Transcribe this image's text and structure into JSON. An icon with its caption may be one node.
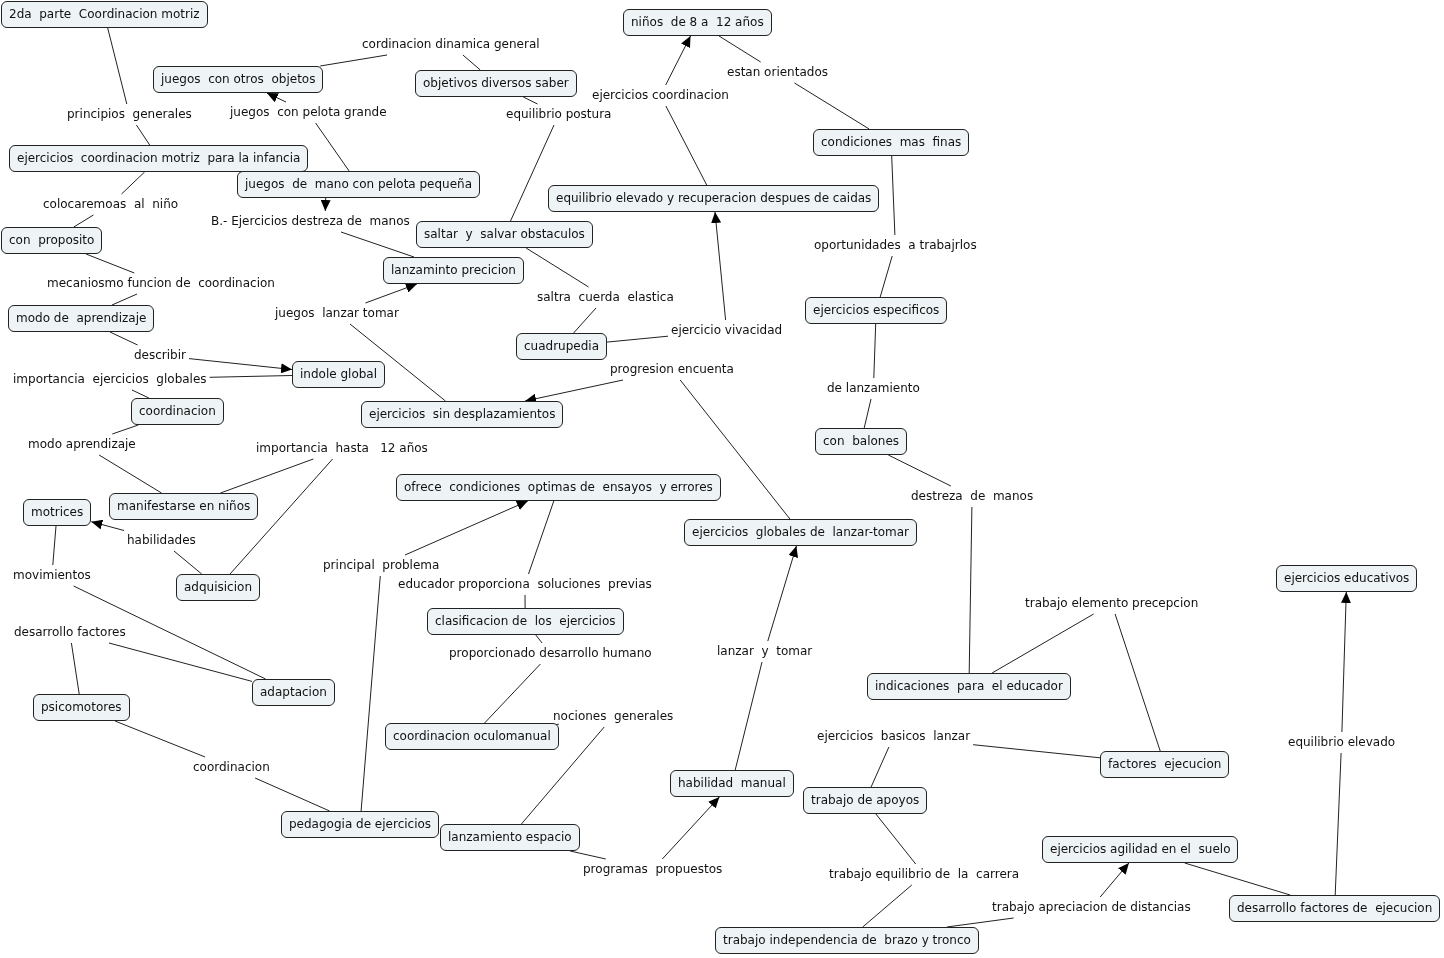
{
  "diagram": {
    "nodes": [
      {
        "text": [
          "2da  parte  Coordinacion motriz"
        ]
      },
      {
        "text": [
          "niños  de 8 a  12 años"
        ]
      },
      {
        "text": [
          "cordinacion dinamica general"
        ]
      },
      {
        "text": [
          "juegos  con otros  objetos"
        ]
      },
      {
        "text": [
          "estan orientados"
        ]
      },
      {
        "text": [
          "objetivos diversos saber"
        ]
      },
      {
        "text": [
          "ejercicios coordinacion"
        ]
      },
      {
        "text": [
          "juegos  con pelota grande"
        ]
      },
      {
        "text": [
          "principios  generales"
        ]
      },
      {
        "text": [
          "equilibrio postura"
        ]
      },
      {
        "text": [
          "condiciones  mas  finas"
        ]
      },
      {
        "text": [
          "ejercicios  coordinacion motriz  para la infancia"
        ]
      },
      {
        "text": [
          "juegos  de  mano con pelota pequeña"
        ]
      },
      {
        "text": [
          "equilibrio elevado y recuperacion despues de caidas"
        ]
      },
      {
        "text": [
          "colocaremoas  al  niño"
        ]
      },
      {
        "text": [
          "B.- Ejercicios destreza de  manos"
        ]
      },
      {
        "text": [
          "saltar  y  salvar obstaculos"
        ]
      },
      {
        "text": [
          "con  proposito"
        ]
      },
      {
        "text": [
          "oportunidades  a trabajrlos"
        ]
      },
      {
        "text": [
          "lanzaminto precicion"
        ]
      },
      {
        "text": [
          "mecaniosmo funcion de  coordinacion"
        ]
      },
      {
        "text": [
          "saltra  cuerda  elastica"
        ]
      },
      {
        "text": [
          "ejercicios especificos"
        ]
      },
      {
        "text": [
          "modo de  aprendizaje"
        ]
      },
      {
        "text": [
          "juegos  lanzar tomar"
        ]
      },
      {
        "text": [
          "ejercicio vivacidad"
        ]
      },
      {
        "text": [
          "cuadrupedia"
        ]
      },
      {
        "text": [
          "describir"
        ]
      },
      {
        "text": [
          "indole global"
        ]
      },
      {
        "text": [
          "progresion encuenta"
        ]
      },
      {
        "text": [
          "importancia  ejercicios  globales"
        ]
      },
      {
        "text": [
          "de lanzamiento"
        ]
      },
      {
        "text": [
          "coordinacion"
        ]
      },
      {
        "text": [
          "ejercicios  sin desplazamientos"
        ]
      },
      {
        "text": [
          "con  balones"
        ]
      },
      {
        "text": [
          "modo aprendizaje"
        ]
      },
      {
        "text": [
          "importancia  hasta   12 años"
        ]
      },
      {
        "text": [
          "ofrece  condiciones  optimas de  ensayos  y errores"
        ]
      },
      {
        "text": [
          "destreza  de  manos"
        ]
      },
      {
        "text": [
          "manifestarse en niños"
        ]
      },
      {
        "text": [
          "motrices"
        ]
      },
      {
        "text": [
          "ejercicios  globales de  lanzar-tomar"
        ]
      },
      {
        "text": [
          "habilidades"
        ]
      },
      {
        "text": [
          "principal  problema"
        ]
      },
      {
        "text": [
          "ejercicios educativos"
        ]
      },
      {
        "text": [
          "movimientos"
        ]
      },
      {
        "text": [
          "adquisicion"
        ]
      },
      {
        "text": [
          "educador proporciona  soluciones  previas"
        ]
      },
      {
        "text": [
          "trabajo elemento precepcion"
        ]
      },
      {
        "text": [
          "clasificacion de  los  ejercicios"
        ]
      },
      {
        "text": [
          "desarrollo factores"
        ]
      },
      {
        "text": [
          "lanzar  y  tomar"
        ]
      },
      {
        "text": [
          "proporcionado desarrollo humano"
        ]
      },
      {
        "text": [
          "indicaciones  para  el educador"
        ]
      },
      {
        "text": [
          "adaptacion"
        ]
      },
      {
        "text": [
          "psicomotores"
        ]
      },
      {
        "text": [
          "nociones  generales"
        ]
      },
      {
        "text": [
          "coordinacion oculomanual"
        ]
      },
      {
        "text": [
          "ejercicios  basicos  lanzar"
        ]
      },
      {
        "text": [
          "equilibrio elevado"
        ]
      },
      {
        "text": [
          "factores  ejecucion"
        ]
      },
      {
        "text": [
          "coordinacion"
        ]
      },
      {
        "text": [
          "habilidad  manual"
        ]
      },
      {
        "text": [
          "trabajo de apoyos"
        ]
      },
      {
        "text": [
          "pedagogia de ejercicios"
        ]
      },
      {
        "text": [
          "lanzamiento espacio"
        ]
      },
      {
        "text": [
          "ejercicios agilidad en el  suelo"
        ]
      },
      {
        "text": [
          "programas  propuestos"
        ]
      },
      {
        "text": [
          "trabajo equilibrio de  la  carrera"
        ]
      },
      {
        "text": [
          "desarrollo factores de  ejecucion"
        ]
      },
      {
        "text": [
          "trabajo apreciacion de distancias"
        ]
      },
      {
        "text": [
          "trabajo independencia de  brazo y tronco"
        ]
      }
    ],
    "edges": [
      {
        "from": 0,
        "to": 8,
        "arrow": "none"
      },
      {
        "from": 8,
        "to": 11,
        "arrow": "none"
      },
      {
        "from": 3,
        "to": 2,
        "arrow": "none"
      },
      {
        "from": 2,
        "to": 5,
        "arrow": "none"
      },
      {
        "from": 12,
        "to": 7,
        "arrow": "none"
      },
      {
        "from": 7,
        "to": 3,
        "arrow": "to"
      },
      {
        "from": 5,
        "to": 9,
        "arrow": "none"
      },
      {
        "from": 9,
        "to": 16,
        "arrow": "none"
      },
      {
        "from": 13,
        "to": 6,
        "arrow": "none"
      },
      {
        "from": 6,
        "to": 1,
        "arrow": "to"
      },
      {
        "from": 1,
        "to": 4,
        "arrow": "none"
      },
      {
        "from": 4,
        "to": 10,
        "arrow": "none"
      },
      {
        "from": 11,
        "to": 14,
        "arrow": "none"
      },
      {
        "from": 14,
        "to": 17,
        "arrow": "none"
      },
      {
        "from": 12,
        "to": 15,
        "arrow": "to"
      },
      {
        "from": 15,
        "to": 19,
        "arrow": "none"
      },
      {
        "from": 10,
        "to": 18,
        "arrow": "none"
      },
      {
        "from": 18,
        "to": 22,
        "arrow": "none"
      },
      {
        "from": 17,
        "to": 20,
        "arrow": "none"
      },
      {
        "from": 20,
        "to": 23,
        "arrow": "none"
      },
      {
        "from": 16,
        "to": 21,
        "arrow": "none"
      },
      {
        "from": 21,
        "to": 26,
        "arrow": "none"
      },
      {
        "from": 33,
        "to": 24,
        "arrow": "none"
      },
      {
        "from": 24,
        "to": 19,
        "arrow": "to"
      },
      {
        "from": 26,
        "to": 25,
        "arrow": "none"
      },
      {
        "from": 25,
        "to": 13,
        "arrow": "to"
      },
      {
        "from": 23,
        "to": 27,
        "arrow": "none"
      },
      {
        "from": 27,
        "to": 28,
        "arrow": "to"
      },
      {
        "from": 28,
        "to": 30,
        "arrow": "none"
      },
      {
        "from": 30,
        "to": 32,
        "arrow": "none"
      },
      {
        "from": 41,
        "to": 29,
        "arrow": "none"
      },
      {
        "from": 29,
        "to": 33,
        "arrow": "to"
      },
      {
        "from": 22,
        "to": 31,
        "arrow": "none"
      },
      {
        "from": 31,
        "to": 34,
        "arrow": "none"
      },
      {
        "from": 32,
        "to": 35,
        "arrow": "none"
      },
      {
        "from": 35,
        "to": 39,
        "arrow": "none"
      },
      {
        "from": 39,
        "to": 36,
        "arrow": "none"
      },
      {
        "from": 36,
        "to": 46,
        "arrow": "none"
      },
      {
        "from": 46,
        "to": 42,
        "arrow": "none"
      },
      {
        "from": 42,
        "to": 40,
        "arrow": "to"
      },
      {
        "from": 40,
        "to": 45,
        "arrow": "none"
      },
      {
        "from": 45,
        "to": 54,
        "arrow": "none"
      },
      {
        "from": 54,
        "to": 50,
        "arrow": "none"
      },
      {
        "from": 50,
        "to": 55,
        "arrow": "none"
      },
      {
        "from": 55,
        "to": 61,
        "arrow": "none"
      },
      {
        "from": 61,
        "to": 64,
        "arrow": "none"
      },
      {
        "from": 64,
        "to": 43,
        "arrow": "none"
      },
      {
        "from": 43,
        "to": 37,
        "arrow": "to"
      },
      {
        "from": 37,
        "to": 47,
        "arrow": "none"
      },
      {
        "from": 47,
        "to": 49,
        "arrow": "none"
      },
      {
        "from": 49,
        "to": 52,
        "arrow": "none"
      },
      {
        "from": 52,
        "to": 57,
        "arrow": "none"
      },
      {
        "from": 57,
        "to": 56,
        "arrow": "none"
      },
      {
        "from": 56,
        "to": 65,
        "arrow": "none"
      },
      {
        "from": 65,
        "to": 67,
        "arrow": "none"
      },
      {
        "from": 67,
        "to": 62,
        "arrow": "to"
      },
      {
        "from": 62,
        "to": 51,
        "arrow": "none"
      },
      {
        "from": 51,
        "to": 41,
        "arrow": "to"
      },
      {
        "from": 34,
        "to": 38,
        "arrow": "none"
      },
      {
        "from": 38,
        "to": 53,
        "arrow": "none"
      },
      {
        "from": 53,
        "to": 48,
        "arrow": "none"
      },
      {
        "from": 48,
        "to": 60,
        "arrow": "none"
      },
      {
        "from": 63,
        "to": 58,
        "arrow": "none"
      },
      {
        "from": 58,
        "to": 60,
        "arrow": "none"
      },
      {
        "from": 63,
        "to": 68,
        "arrow": "none"
      },
      {
        "from": 68,
        "to": 71,
        "arrow": "none"
      },
      {
        "from": 71,
        "to": 70,
        "arrow": "none"
      },
      {
        "from": 70,
        "to": 66,
        "arrow": "to"
      },
      {
        "from": 66,
        "to": 69,
        "arrow": "none"
      },
      {
        "from": 69,
        "to": 59,
        "arrow": "none"
      },
      {
        "from": 59,
        "to": 44,
        "arrow": "to"
      }
    ]
  }
}
